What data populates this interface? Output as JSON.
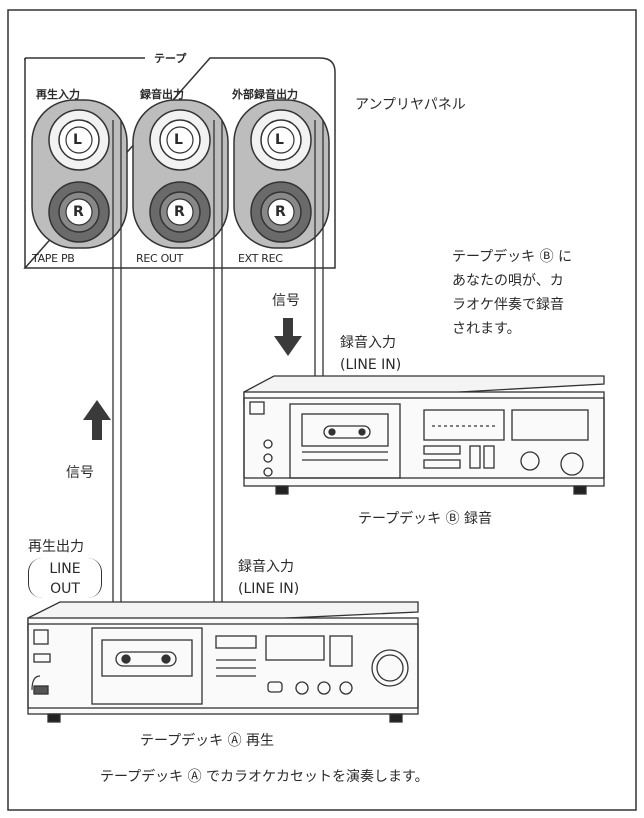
{
  "tape_group_label": "テープ",
  "amp_panel_label": "アンプリヤパネル",
  "jack_groups": [
    {
      "title": "再生入力",
      "panel_label": "TAPE PB"
    },
    {
      "title": "録音出力",
      "panel_label": "REC OUT"
    },
    {
      "title": "外部録音出力",
      "panel_label": "EXT REC"
    }
  ],
  "channel_labels": {
    "left": "L",
    "right": "R"
  },
  "signal_label": "信号",
  "note_b_lines": [
    "テープデッキ Ⓑ に",
    "あなたの唄が、カ",
    "ラオケ伴奏で録音",
    "されます。"
  ],
  "deck_b": {
    "input_label": "録音入力",
    "input_sub": "(LINE IN)",
    "caption": "テープデッキ Ⓑ 録音"
  },
  "deck_a": {
    "output_label": "再生出力",
    "output_sub_lines": [
      "LINE",
      "OUT"
    ],
    "input_label": "録音入力",
    "input_sub": "(LINE  IN)",
    "caption": "テープデッキ Ⓐ 再生"
  },
  "footer_note": "テープデッキ Ⓐ でカラオケカセットを演奏します。"
}
